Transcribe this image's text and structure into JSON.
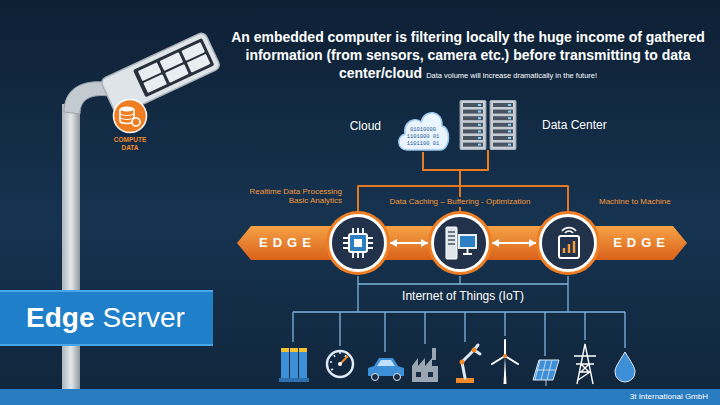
{
  "diagram": {
    "title": "An embedded computer is filtering locally the huge income of gathered information (from sensors, camera etc.) before transmitting to data center/cloud",
    "nodes": [
      {
        "text": [
          "COMPUTE DATA"
        ]
      },
      {
        "text": [
          "Cloud",
          "01010000",
          "1101000 01",
          "1101100 01"
        ]
      },
      {
        "text": [
          "Data Center"
        ]
      },
      {
        "text": [
          "EDGE",
          "EDGE"
        ]
      },
      {
        "text": [
          "Realtime Data Processing Basic Analytics"
        ],
        "in": 3
      },
      {
        "text": [
          "Data Caching – Buffering - Optimization"
        ],
        "in": 3
      },
      {
        "text": [
          "Machine to Machine"
        ],
        "in": 3
      },
      {
        "text": [
          "Edge",
          "Server"
        ]
      },
      {
        "text": [
          "3t International GmbH"
        ]
      }
    ],
    "edges": [
      {
        "from": 1,
        "to": 4,
        "arrow": "none"
      },
      {
        "from": 1,
        "to": 5,
        "arrow": "none"
      },
      {
        "from": 1,
        "to": 6,
        "arrow": "none"
      },
      {
        "from": 2,
        "to": 4,
        "arrow": "none"
      },
      {
        "from": 2,
        "to": 5,
        "arrow": "none"
      },
      {
        "from": 2,
        "to": 6,
        "arrow": "none"
      },
      {
        "from": 4,
        "to": 5,
        "arrow": "both"
      },
      {
        "from": 5,
        "to": 6,
        "arrow": "both"
      }
    ],
    "labels": [
      "Data volume will increase dramatically in the future!",
      "Internet of Things (IoT)"
    ]
  }
}
